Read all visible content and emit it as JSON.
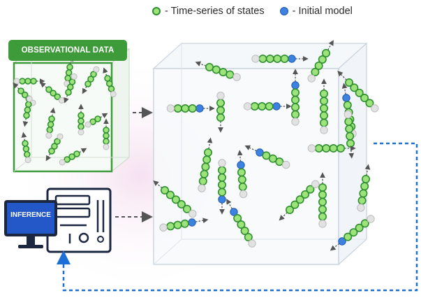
{
  "legend": {
    "states_label": "- Time-series of states",
    "model_label": "- Initial model"
  },
  "observational_panel": {
    "title": "OBSERVATIONAL DATA"
  },
  "inference": {
    "label": "INFERENCE"
  },
  "colors": {
    "state_fill": "#9be37a",
    "state_stroke": "#2f8f2f",
    "model_fill": "#3d82e0",
    "feedback_line": "#1c6fd6",
    "obs_green": "#3e9b3a"
  }
}
